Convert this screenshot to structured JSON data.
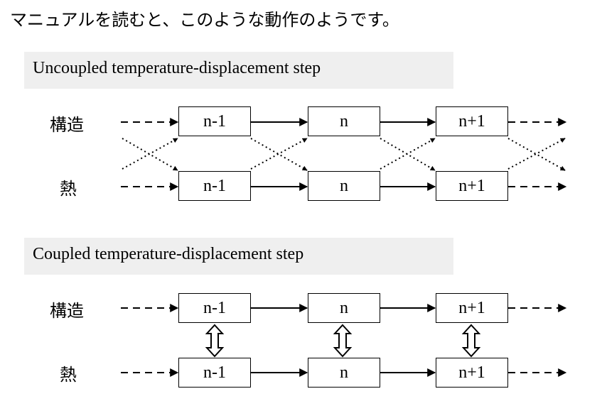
{
  "intro": "マニュアルを読むと、このような動作のようです。",
  "sections": [
    {
      "title": "Uncoupled temperature-displacement step",
      "rows": [
        {
          "label": "構造",
          "boxes": [
            "n-1",
            "n",
            "n+1"
          ]
        },
        {
          "label": "熱",
          "boxes": [
            "n-1",
            "n",
            "n+1"
          ]
        }
      ]
    },
    {
      "title": "Coupled temperature-displacement step",
      "rows": [
        {
          "label": "構造",
          "boxes": [
            "n-1",
            "n",
            "n+1"
          ]
        },
        {
          "label": "熱",
          "boxes": [
            "n-1",
            "n",
            "n+1"
          ]
        }
      ]
    }
  ]
}
